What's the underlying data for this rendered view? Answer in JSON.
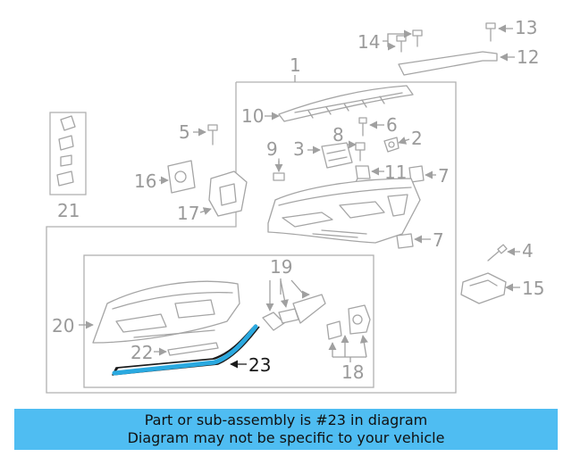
{
  "diagram": {
    "callouts": {
      "c1": "1",
      "c2": "2",
      "c3": "3",
      "c4": "4",
      "c5": "5",
      "c6": "6",
      "c7a": "7",
      "c7b": "7",
      "c8": "8",
      "c9": "9",
      "c10": "10",
      "c11": "11",
      "c12": "12",
      "c13": "13",
      "c14": "14",
      "c15": "15",
      "c16": "16",
      "c17": "17",
      "c18": "18",
      "c19": "19",
      "c20": "20",
      "c21": "21",
      "c22": "22",
      "c23": "23"
    },
    "highlight_color": "#2aa9e0"
  },
  "banner": {
    "line1": "Part or sub-assembly is #23 in diagram",
    "line2": "Diagram may not be specific to your vehicle",
    "background": "#4fbdf2"
  }
}
